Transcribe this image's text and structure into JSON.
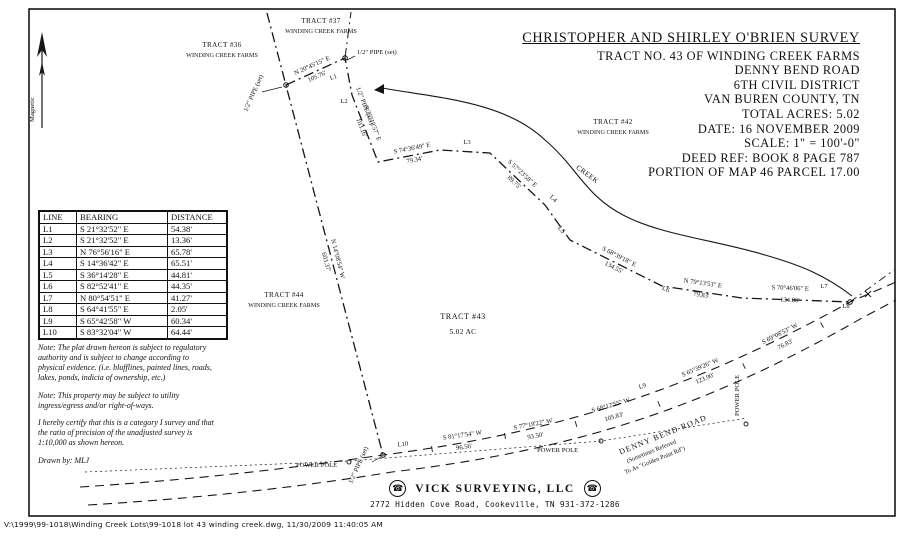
{
  "file_path": "V:\\1999\\99-1018\\Winding Creek Lots\\99-1018 lot 43 winding creek.dwg, 11/30/2009 11:40:05 AM",
  "title_block": {
    "lines": [
      "CHRISTOPHER AND SHIRLEY O'BRIEN SURVEY",
      "TRACT NO. 43 OF WINDING CREEK FARMS",
      "DENNY BEND ROAD",
      "6TH CIVIL DISTRICT",
      "VAN BUREN COUNTY, TN",
      "TOTAL ACRES: 5.02",
      "DATE: 16 NOVEMBER 2009",
      "SCALE: 1\" = 100'-0\"",
      "DEED REF: BOOK 8 PAGE 787",
      "PORTION OF MAP 46 PARCEL 17.00"
    ]
  },
  "line_table": {
    "headers": [
      "LINE",
      "BEARING",
      "DISTANCE"
    ],
    "rows": [
      [
        "L1",
        "S 21°32'52\" E",
        "54.38'"
      ],
      [
        "L2",
        "S 21°32'52\" E",
        "13.36'"
      ],
      [
        "L3",
        "N 76°56'16\" E",
        "65.78'"
      ],
      [
        "L4",
        "S 14°36'42\" E",
        "65.51'"
      ],
      [
        "L5",
        "S 36°14'28\" E",
        "44.81'"
      ],
      [
        "L6",
        "S 82°52'41\" E",
        "44.35'"
      ],
      [
        "L7",
        "N 80°54'51\" E",
        "41.27'"
      ],
      [
        "L8",
        "S 64°41'55\" E",
        "2.05'"
      ],
      [
        "L9",
        "S 65°42'58\" W",
        "60.34'"
      ],
      [
        "L10",
        "S 83°32'04\" W",
        "64.44'"
      ]
    ]
  },
  "notes": {
    "note1": "Note: The plat drawn hereon is subject to regulatory authority and is subject to change according to physical evidence. (i.e. blufflines, painted lines, roads, lakes, ponds, indicia of ownership, etc.)",
    "note2": "Note: This property may be subject to utility ingress/egress and/or right-of-ways.",
    "certification": "I hereby certify that this is a category I survey and that the ratio of precision of the unadjusted survey is 1:10,000 as shown hereon.",
    "drawn_by": "Drawn by: MLJ"
  },
  "surveyor": {
    "name": "VICK SURVEYING, LLC",
    "address": "2772 Hidden Cove Road, Cookeville, TN 931-372-1286",
    "phone_icon": "☎"
  },
  "map": {
    "courses": {
      "west": {
        "b": "N 14°08'54\" W",
        "d": "603.37'"
      },
      "c1": {
        "b": "N 20°45'15\" E",
        "d": "105.76'"
      },
      "c2": {
        "b": "S 25°13'57\" E",
        "d": "103.16'"
      },
      "c3": {
        "b": "S 74°36'49\" E",
        "d": "79.34'"
      },
      "c4": {
        "b": "S 57°23'58\" E",
        "d": "89.75'"
      },
      "c5": {
        "b": "S 68°39'18\" E",
        "d": "134.55'"
      },
      "c6": {
        "b": "N 79°13'53\" E",
        "d": "79.83'"
      },
      "c7": {
        "b": "S 70°46'06\" E",
        "d": "134.86'"
      }
    },
    "road_courses": [
      {
        "b": "S 81°17'54\" W",
        "d": "96.56'"
      },
      {
        "b": "S 77°18'22\" W",
        "d": "93.50'"
      },
      {
        "b": "S 68°12'55\" W",
        "d": "105.83'"
      },
      {
        "b": "S 65°39'26\" W",
        "d": "123.90'"
      },
      {
        "b": "S 69°08'53\" W",
        "d": "76.83'"
      }
    ],
    "l_markers": [
      "L1",
      "L2",
      "L3",
      "L4",
      "L5",
      "L6",
      "L7",
      "L8",
      "L9",
      "L10"
    ],
    "tracts": {
      "t36": {
        "name": "TRACT #36",
        "sub": "WINDING CREEK FARMS"
      },
      "t37": {
        "name": "TRACT #37",
        "sub": "WINDING CREEK FARMS"
      },
      "t42": {
        "name": "TRACT #42",
        "sub": "WINDING CREEK FARMS"
      },
      "t44": {
        "name": "TRACT #44",
        "sub": "WINDING CREEK FARMS"
      },
      "t43": {
        "name": "TRACT #43",
        "acreage": "5.02 AC"
      }
    },
    "features": {
      "creek": "CREEK",
      "road_name": "DENNY BEND ROAD",
      "road_alias1": "(Sometimes Referred",
      "road_alias2": "To As \"Golden Point Rd\")",
      "power_pole": "POWER POLE",
      "pipe_set": "1/2\" PIPE (set)",
      "magnetic": "Magnetic"
    }
  }
}
